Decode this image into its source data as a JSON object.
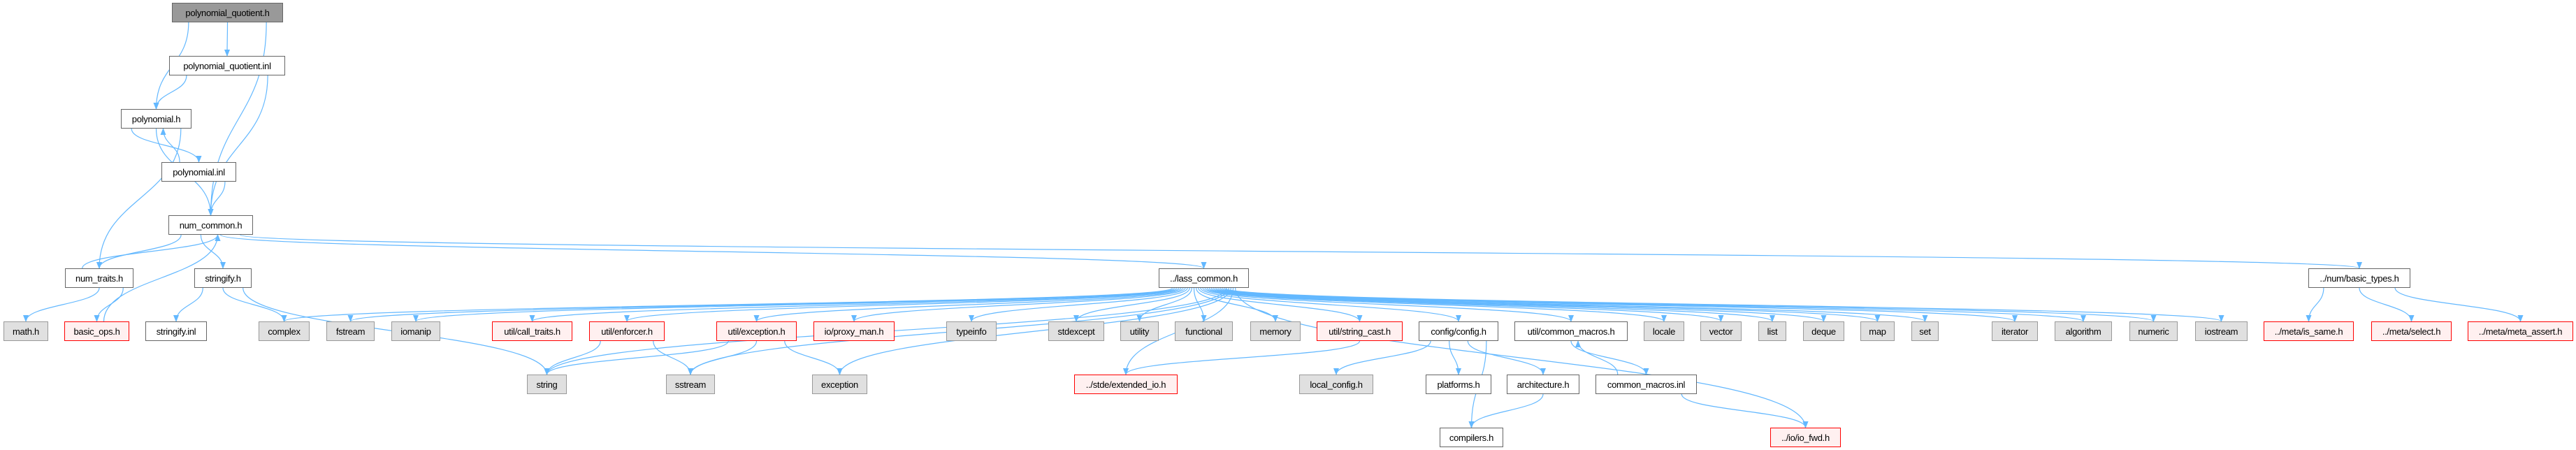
{
  "title": "polynomial_quotient.h",
  "colors": {
    "edge": "#63b8ff",
    "main_fill": "#999999",
    "external_fill": "#e0e0e0",
    "missing_border": "#ff0000"
  },
  "nodes": [
    {
      "id": "pq_h",
      "label": "polynomial_quotient.h",
      "kind": "main"
    },
    {
      "id": "pq_inl",
      "label": "polynomial_quotient.inl",
      "kind": "normal"
    },
    {
      "id": "poly_h",
      "label": "polynomial.h",
      "kind": "normal"
    },
    {
      "id": "poly_inl",
      "label": "polynomial.inl",
      "kind": "normal"
    },
    {
      "id": "num_common",
      "label": "num_common.h",
      "kind": "normal"
    },
    {
      "id": "num_traits",
      "label": "num_traits.h",
      "kind": "normal"
    },
    {
      "id": "stringify_h",
      "label": "stringify.h",
      "kind": "normal"
    },
    {
      "id": "lass_common",
      "label": "../lass_common.h",
      "kind": "normal"
    },
    {
      "id": "basic_types",
      "label": "../num/basic_types.h",
      "kind": "normal"
    },
    {
      "id": "math_h",
      "label": "math.h",
      "kind": "external"
    },
    {
      "id": "basic_ops",
      "label": "basic_ops.h",
      "kind": "red"
    },
    {
      "id": "stringify_inl",
      "label": "stringify.inl",
      "kind": "normal"
    },
    {
      "id": "complex",
      "label": "complex",
      "kind": "external"
    },
    {
      "id": "fstream",
      "label": "fstream",
      "kind": "external"
    },
    {
      "id": "iomanip",
      "label": "iomanip",
      "kind": "external"
    },
    {
      "id": "call_traits",
      "label": "util/call_traits.h",
      "kind": "red"
    },
    {
      "id": "enforcer",
      "label": "util/enforcer.h",
      "kind": "red"
    },
    {
      "id": "exception_h",
      "label": "util/exception.h",
      "kind": "red"
    },
    {
      "id": "proxy_man",
      "label": "io/proxy_man.h",
      "kind": "red"
    },
    {
      "id": "typeinfo",
      "label": "typeinfo",
      "kind": "external"
    },
    {
      "id": "stdexcept",
      "label": "stdexcept",
      "kind": "external"
    },
    {
      "id": "utility",
      "label": "utility",
      "kind": "external"
    },
    {
      "id": "functional",
      "label": "functional",
      "kind": "external"
    },
    {
      "id": "memory",
      "label": "memory",
      "kind": "external"
    },
    {
      "id": "string_cast",
      "label": "util/string_cast.h",
      "kind": "red"
    },
    {
      "id": "config",
      "label": "config/config.h",
      "kind": "normal"
    },
    {
      "id": "common_macros_h",
      "label": "util/common_macros.h",
      "kind": "normal"
    },
    {
      "id": "locale",
      "label": "locale",
      "kind": "external"
    },
    {
      "id": "vector",
      "label": "vector",
      "kind": "external"
    },
    {
      "id": "list",
      "label": "list",
      "kind": "external"
    },
    {
      "id": "deque",
      "label": "deque",
      "kind": "external"
    },
    {
      "id": "map",
      "label": "map",
      "kind": "external"
    },
    {
      "id": "set",
      "label": "set",
      "kind": "external"
    },
    {
      "id": "iterator",
      "label": "iterator",
      "kind": "external"
    },
    {
      "id": "algorithm",
      "label": "algorithm",
      "kind": "external"
    },
    {
      "id": "numeric",
      "label": "numeric",
      "kind": "external"
    },
    {
      "id": "iostream",
      "label": "iostream",
      "kind": "external"
    },
    {
      "id": "is_same",
      "label": "../meta/is_same.h",
      "kind": "red"
    },
    {
      "id": "select",
      "label": "../meta/select.h",
      "kind": "red"
    },
    {
      "id": "meta_assert",
      "label": "../meta/meta_assert.h",
      "kind": "red"
    },
    {
      "id": "string",
      "label": "string",
      "kind": "external"
    },
    {
      "id": "sstream",
      "label": "sstream",
      "kind": "external"
    },
    {
      "id": "exception",
      "label": "exception",
      "kind": "external"
    },
    {
      "id": "extended_io",
      "label": "../stde/extended_io.h",
      "kind": "red"
    },
    {
      "id": "local_config",
      "label": "local_config.h",
      "kind": "external"
    },
    {
      "id": "platforms",
      "label": "platforms.h",
      "kind": "normal"
    },
    {
      "id": "architecture",
      "label": "architecture.h",
      "kind": "normal"
    },
    {
      "id": "common_macros_inl",
      "label": "common_macros.inl",
      "kind": "normal"
    },
    {
      "id": "compilers",
      "label": "compilers.h",
      "kind": "normal"
    },
    {
      "id": "io_fwd",
      "label": "../io/io_fwd.h",
      "kind": "red"
    }
  ],
  "edges": [
    [
      "pq_h",
      "poly_h"
    ],
    [
      "pq_h",
      "pq_inl"
    ],
    [
      "pq_h",
      "num_common"
    ],
    [
      "pq_inl",
      "poly_h"
    ],
    [
      "pq_inl",
      "num_common"
    ],
    [
      "poly_h",
      "poly_inl"
    ],
    [
      "poly_h",
      "num_common"
    ],
    [
      "poly_h",
      "num_traits"
    ],
    [
      "poly_inl",
      "poly_h"
    ],
    [
      "poly_inl",
      "num_common"
    ],
    [
      "num_common",
      "num_traits"
    ],
    [
      "num_common",
      "stringify_h"
    ],
    [
      "num_common",
      "lass_common"
    ],
    [
      "num_common",
      "basic_types"
    ],
    [
      "num_traits",
      "num_common"
    ],
    [
      "num_traits",
      "math_h"
    ],
    [
      "num_traits",
      "basic_ops"
    ],
    [
      "basic_ops",
      "num_common"
    ],
    [
      "stringify_h",
      "stringify_inl"
    ],
    [
      "stringify_h",
      "complex"
    ],
    [
      "stringify_h",
      "string"
    ],
    [
      "lass_common",
      "complex"
    ],
    [
      "lass_common",
      "fstream"
    ],
    [
      "lass_common",
      "iomanip"
    ],
    [
      "lass_common",
      "call_traits"
    ],
    [
      "lass_common",
      "enforcer"
    ],
    [
      "lass_common",
      "exception_h"
    ],
    [
      "lass_common",
      "proxy_man"
    ],
    [
      "lass_common",
      "typeinfo"
    ],
    [
      "lass_common",
      "stdexcept"
    ],
    [
      "lass_common",
      "utility"
    ],
    [
      "lass_common",
      "functional"
    ],
    [
      "lass_common",
      "memory"
    ],
    [
      "lass_common",
      "string_cast"
    ],
    [
      "lass_common",
      "config"
    ],
    [
      "lass_common",
      "common_macros_h"
    ],
    [
      "lass_common",
      "locale"
    ],
    [
      "lass_common",
      "vector"
    ],
    [
      "lass_common",
      "list"
    ],
    [
      "lass_common",
      "deque"
    ],
    [
      "lass_common",
      "map"
    ],
    [
      "lass_common",
      "set"
    ],
    [
      "lass_common",
      "iterator"
    ],
    [
      "lass_common",
      "algorithm"
    ],
    [
      "lass_common",
      "numeric"
    ],
    [
      "lass_common",
      "iostream"
    ],
    [
      "lass_common",
      "string"
    ],
    [
      "lass_common",
      "sstream"
    ],
    [
      "lass_common",
      "exception"
    ],
    [
      "lass_common",
      "extended_io"
    ],
    [
      "lass_common",
      "io_fwd"
    ],
    [
      "enforcer",
      "string"
    ],
    [
      "enforcer",
      "sstream"
    ],
    [
      "exception_h",
      "string"
    ],
    [
      "exception_h",
      "sstream"
    ],
    [
      "exception_h",
      "exception"
    ],
    [
      "string_cast",
      "extended_io"
    ],
    [
      "config",
      "local_config"
    ],
    [
      "config",
      "platforms"
    ],
    [
      "config",
      "architecture"
    ],
    [
      "config",
      "compilers"
    ],
    [
      "architecture",
      "compilers"
    ],
    [
      "common_macros_h",
      "common_macros_inl"
    ],
    [
      "common_macros_inl",
      "common_macros_h"
    ],
    [
      "common_macros_inl",
      "io_fwd"
    ],
    [
      "basic_types",
      "is_same"
    ],
    [
      "basic_types",
      "select"
    ],
    [
      "basic_types",
      "meta_assert"
    ]
  ]
}
